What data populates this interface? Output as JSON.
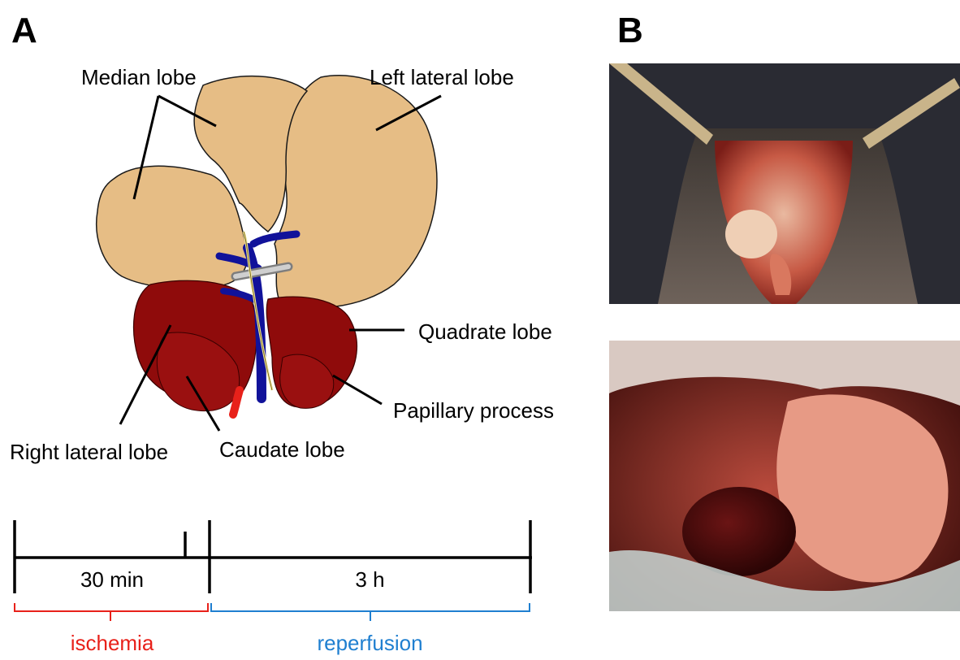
{
  "panels": {
    "a": "A",
    "b": "B"
  },
  "labels": {
    "median_lobe": "Median lobe",
    "left_lateral_lobe": "Left lateral lobe",
    "quadrate_lobe": "Quadrate lobe",
    "papillary_process": "Papillary process",
    "right_lateral_lobe": "Right lateral lobe",
    "caudate_lobe": "Caudate lobe"
  },
  "timeline": {
    "segment1": "30 min",
    "segment2": "3 h",
    "phase1": "ischemia",
    "phase2": "reperfusion"
  },
  "colors": {
    "tan_lobe": "#e6bd85",
    "dark_red_lobe": "#8f0b0b",
    "vessel_blue": "#11129a",
    "artery_red": "#e8211a",
    "bile_duct": "#f0e59a",
    "ischemia_red": "#e8211a",
    "reperfusion_blue": "#1f7fd0"
  }
}
